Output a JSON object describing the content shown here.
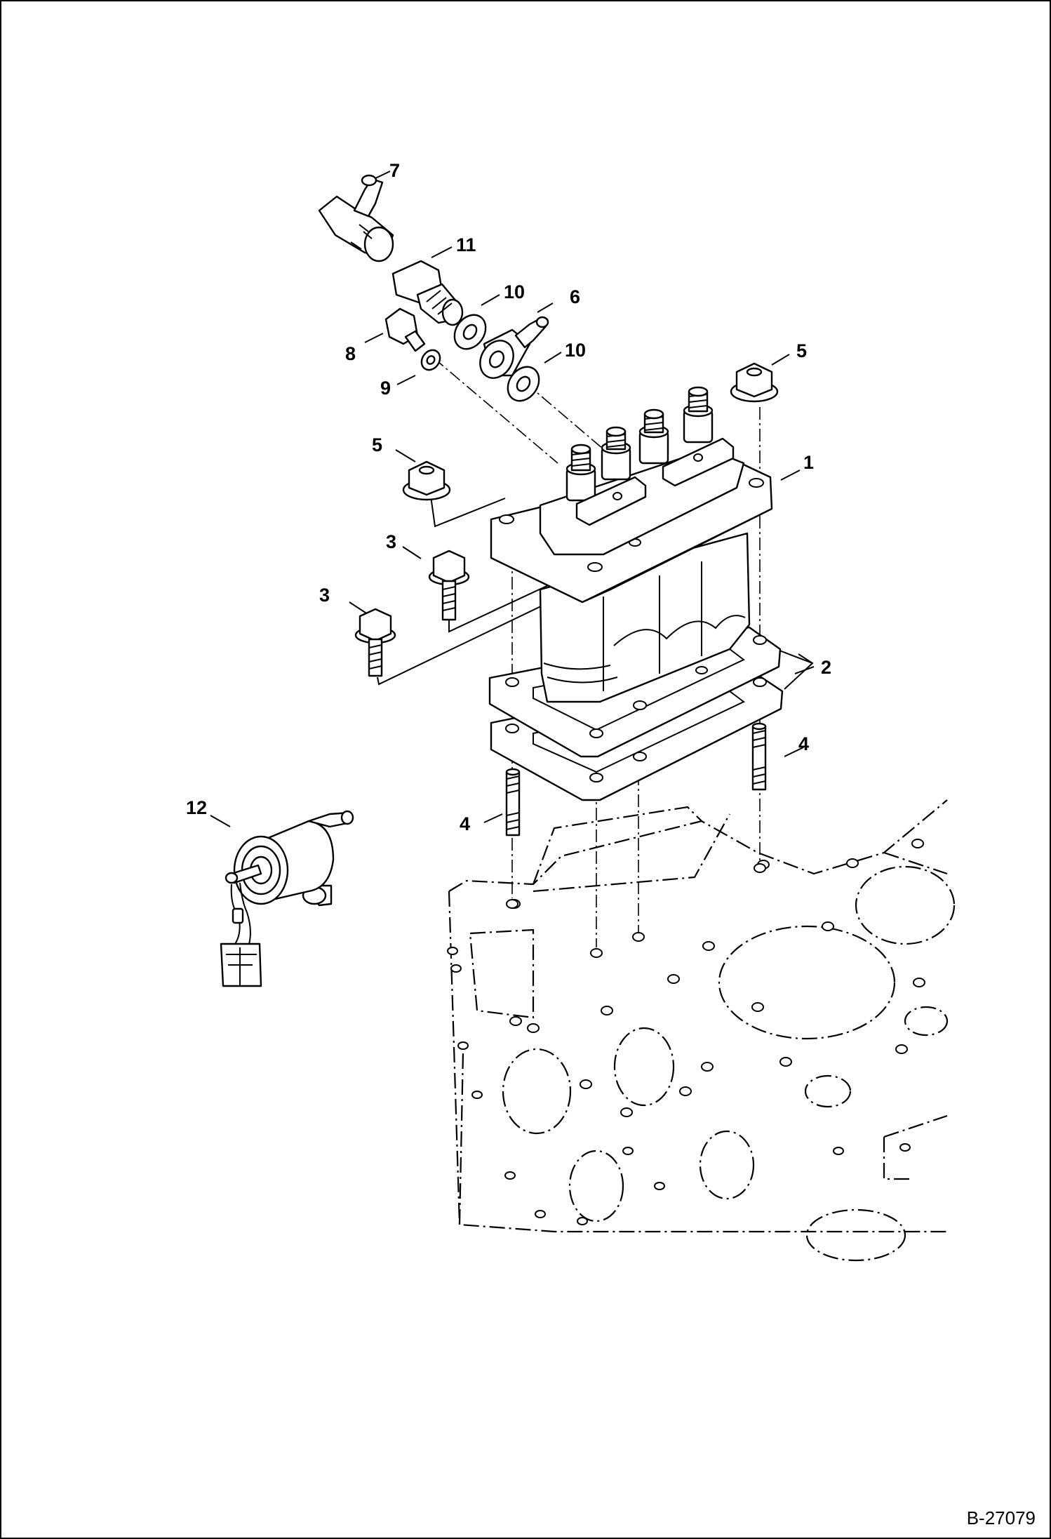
{
  "diagram": {
    "reference": "B-27079",
    "callouts": [
      {
        "id": "c7",
        "label": "7"
      },
      {
        "id": "c11",
        "label": "11"
      },
      {
        "id": "c10a",
        "label": "10"
      },
      {
        "id": "c6",
        "label": "6"
      },
      {
        "id": "c10b",
        "label": "10"
      },
      {
        "id": "c8",
        "label": "8"
      },
      {
        "id": "c9",
        "label": "9"
      },
      {
        "id": "c5a",
        "label": "5"
      },
      {
        "id": "c5b",
        "label": "5"
      },
      {
        "id": "c1",
        "label": "1"
      },
      {
        "id": "c3a",
        "label": "3"
      },
      {
        "id": "c3b",
        "label": "3"
      },
      {
        "id": "c2",
        "label": "2"
      },
      {
        "id": "c4a",
        "label": "4"
      },
      {
        "id": "c4b",
        "label": "4"
      },
      {
        "id": "c12",
        "label": "12"
      }
    ]
  }
}
